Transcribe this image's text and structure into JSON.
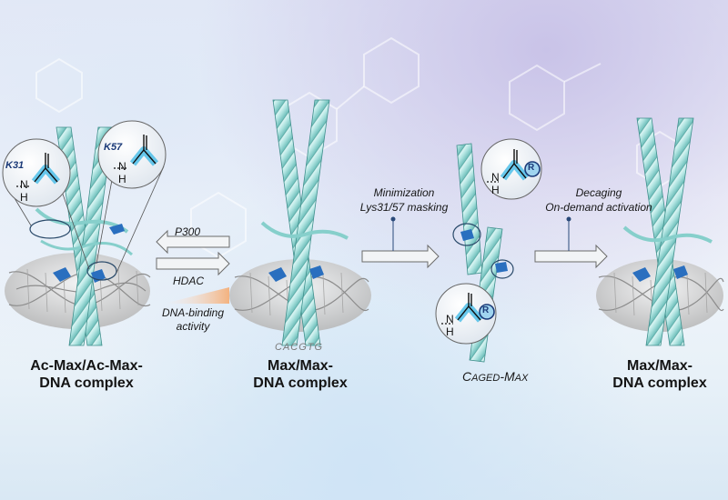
{
  "panels": {
    "p1": {
      "caption_line1": "Ac-Max/Ac-Max-",
      "caption_line2": "DNA complex",
      "k31": "K31",
      "k57": "K57"
    },
    "p2": {
      "caption_line1": "Max/Max-",
      "caption_line2": "DNA complex",
      "sequence": "CACGTG"
    },
    "p3": {
      "caged_c": "C",
      "caged_aged": "AGED",
      "caged_dash": "-",
      "caged_m": "M",
      "caged_ax": "AX"
    },
    "p4": {
      "caption_line1": "Max/Max-",
      "caption_line2": "DNA complex"
    }
  },
  "arrows": {
    "forward_label": "P300",
    "reverse_label": "HDAC",
    "activity_line1": "DNA-binding",
    "activity_line2": "activity",
    "mask_line1": "Minimization",
    "mask_line2": "Lys31/57 masking",
    "decage_line1": "Decaging",
    "decage_line2": "On-demand activation"
  },
  "glyphs": {
    "R": "R",
    "N": "N",
    "H": "H"
  },
  "colors": {
    "helix": "#b7e6e3",
    "helix_edge": "#3f8f8c",
    "acetyl_highlight": "#2bb3e6",
    "text_blue": "#1b3a78",
    "arrow_fill": "#f2f4f6"
  }
}
